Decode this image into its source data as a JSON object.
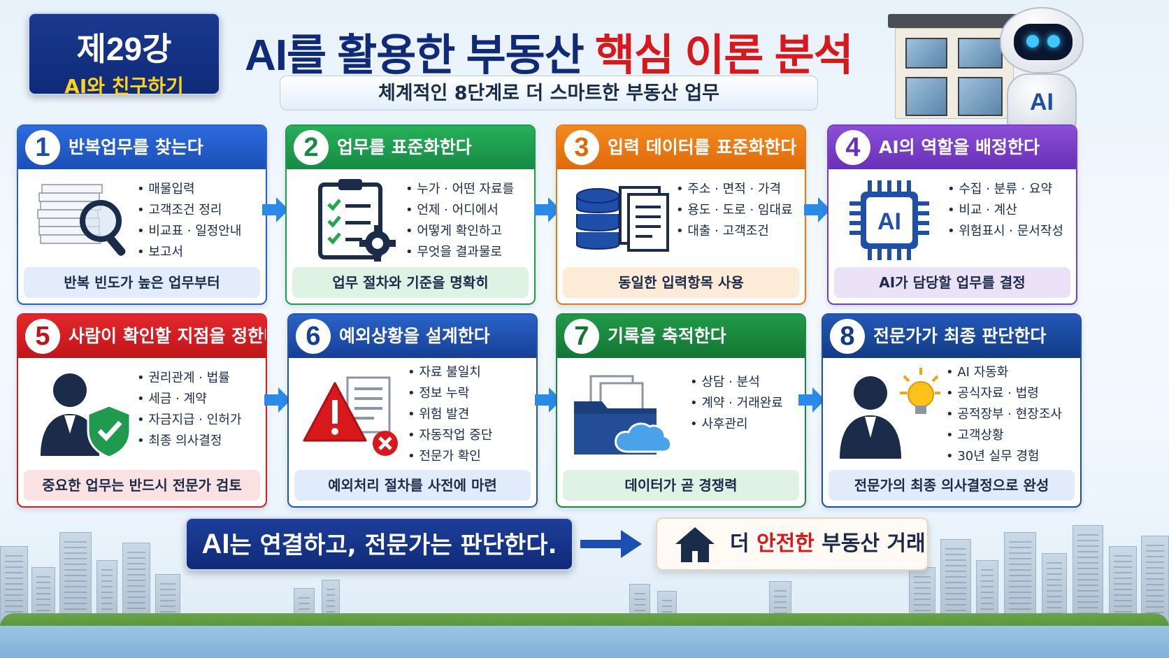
{
  "lesson": {
    "number": "제29강",
    "subtitle": "AI와 친구하기"
  },
  "title": {
    "part1": "AI를 활용한 부동산 ",
    "part2": "핵심 이론 분석"
  },
  "subtitle": "체계적인 8단계로 더 스마트한 부동산 업무",
  "robot_label": "AI",
  "colors": {
    "navy": "#0f2a78",
    "accent_red": "#d8191b",
    "highlight_yellow": "#ffd21e"
  },
  "steps": [
    {
      "num": "1",
      "title": "반복업무를 찾는다",
      "icon": "documents-magnifier-icon",
      "bullets": [
        "매물입력",
        "고객조건 정리",
        "비교표 · 일정안내",
        "보고서"
      ],
      "footer": "반복 빈도가 높은 업무부터"
    },
    {
      "num": "2",
      "title": "업무를 표준화한다",
      "icon": "clipboard-gear-icon",
      "bullets": [
        "누가 · 어떤 자료를",
        "언제 · 어디에서",
        "어떻게 확인하고",
        "무엇을 결과물로"
      ],
      "footer": "업무 절차와 기준을 명확히"
    },
    {
      "num": "3",
      "title": "입력 데이터를 표준화한다",
      "icon": "database-document-icon",
      "bullets": [
        "주소 · 면적 · 가격",
        "용도 · 도로 · 임대료",
        "대출 · 고객조건"
      ],
      "footer": "동일한 입력항목 사용"
    },
    {
      "num": "4",
      "title": "AI의 역할을 배정한다",
      "icon": "ai-chip-icon",
      "chip_label": "AI",
      "bullets": [
        "수집 · 분류 · 요약",
        "비교 · 계산",
        "위험표시 · 문서작성"
      ],
      "footer": "AI가 담당할 업무를 결정"
    },
    {
      "num": "5",
      "title": "사람이 확인할 지점을 정한다",
      "icon": "person-shield-icon",
      "bullets": [
        "권리관계 · 법률",
        "세금 · 계약",
        "자금지급 · 인허가",
        "최종 의사결정"
      ],
      "footer": "중요한 업무는 반드시 전문가 검토"
    },
    {
      "num": "6",
      "title": "예외상황을 설계한다",
      "icon": "warning-error-icon",
      "bullets": [
        "자료 불일치",
        "정보 누락",
        "위험 발견",
        "자동작업 중단",
        "전문가 확인"
      ],
      "footer": "예외처리 절차를 사전에 마련"
    },
    {
      "num": "7",
      "title": "기록을 축적한다",
      "icon": "folder-cloud-icon",
      "bullets": [
        "상담 · 분석",
        "계약 · 거래완료",
        "사후관리"
      ],
      "footer": "데이터가 곧 경쟁력"
    },
    {
      "num": "8",
      "title": "전문가가 최종 판단한다",
      "icon": "expert-lightbulb-icon",
      "bullets": [
        "AI 자동화",
        "공식자료 · 법령",
        "공적장부 · 현장조사",
        "고객상황",
        "30년 실무 경험"
      ],
      "footer": "전문가의 최종 의사결정으로 완성"
    }
  ],
  "motto": {
    "ai": "AI",
    "rest": "는 연결하고, 전문가는 판단한다."
  },
  "result": {
    "prefix": "더 ",
    "highlight": "안전한",
    "suffix": " 부동산 거래"
  }
}
